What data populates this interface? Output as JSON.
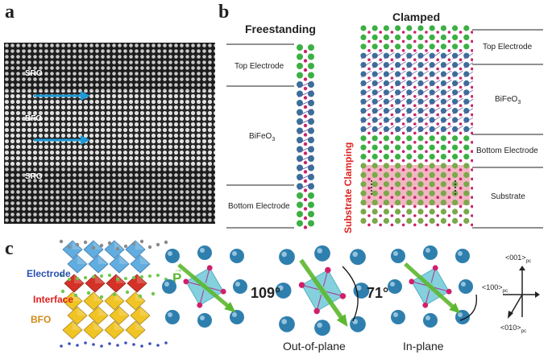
{
  "panel_letters": {
    "a": "a",
    "b": "b",
    "c": "c"
  },
  "panel_a": {
    "labels": {
      "sro_top": "SRO",
      "bfo": "BFO",
      "sro_bottom": "SRO"
    }
  },
  "panel_b": {
    "freestanding_title": "Freestanding",
    "clamped_title": "Clamped",
    "left_labels": {
      "top_electrode": "Top Electrode",
      "bifeo3": "BiFeO",
      "bifeo3_sub": "3",
      "bottom_electrode": "Bottom Electrode"
    },
    "right_labels": {
      "top_electrode": "Top Electrode",
      "bifeo3": "BiFeO",
      "bifeo3_sub": "3",
      "bottom_electrode": "Bottom Electrode",
      "substrate": "Substrate"
    },
    "substrate_clamping": "Substrate Clamping"
  },
  "panel_c": {
    "electrode": "Electrode",
    "interface": "Interface",
    "bfo": "BFO",
    "p_symbol": "P",
    "angle_109": "109°",
    "angle_71": "71°",
    "out_of_plane": "Out-of-plane",
    "in_plane": "In-plane",
    "axes": {
      "a001": "<001>",
      "a001_sub": "pc",
      "a100": "<100>",
      "a100_sub": "pc",
      "a010": "<010>",
      "a010_sub": "pc"
    }
  },
  "colors": {
    "arrow_blue": "#1e9ad6",
    "substrate_pink": "#f3b6c3",
    "clamping_red": "#e0201e",
    "electrode_blue": "#2a4fb0",
    "interface_red": "#e0201e",
    "bfo_orange": "#d08a1a",
    "p_green": "#5cb82e"
  }
}
